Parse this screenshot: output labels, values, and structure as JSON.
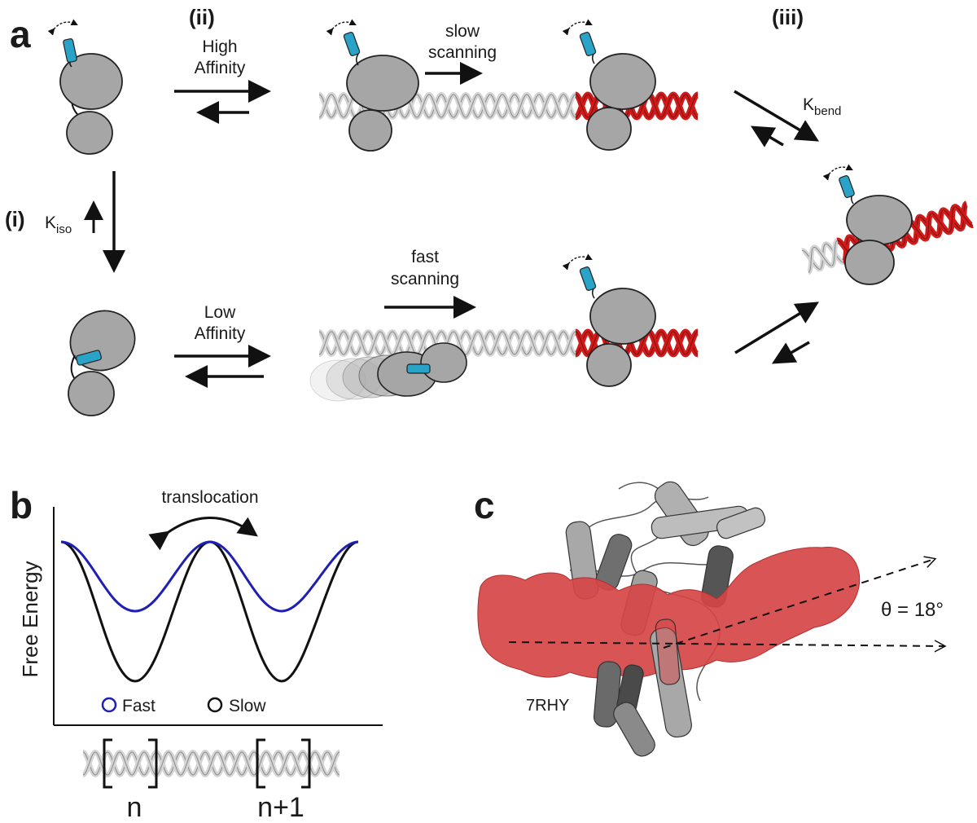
{
  "panels": {
    "a": "a",
    "b": "b",
    "c": "c"
  },
  "steps": {
    "i": "(i)",
    "ii": "(ii)",
    "iii": "(iii)"
  },
  "arrows": {
    "high": [
      "High",
      "Affinity"
    ],
    "low": [
      "Low",
      "Affinity"
    ],
    "slow": [
      "slow",
      "scanning"
    ],
    "fast": [
      "fast",
      "scanning"
    ],
    "kiso_main": "K",
    "kiso_sub": "iso",
    "kbend_main": "K",
    "kbend_sub": "bend"
  },
  "panel_b": {
    "ylabel": "Free Energy",
    "top_label": "translocation",
    "legend": [
      {
        "name": "Fast",
        "color": "#1f1fb4"
      },
      {
        "name": "Slow",
        "color": "#111111"
      }
    ],
    "positions": [
      "n",
      "n+1"
    ]
  },
  "panel_c": {
    "pdb": "7RHY",
    "angle": "θ = 18°"
  },
  "colors": {
    "protein": "#a6a6a6",
    "helix_cyan": "#2aa3c8",
    "dna_grey": "#d4d4d4",
    "dna_red": "#d11b1b",
    "surface_red": "#d64545"
  }
}
